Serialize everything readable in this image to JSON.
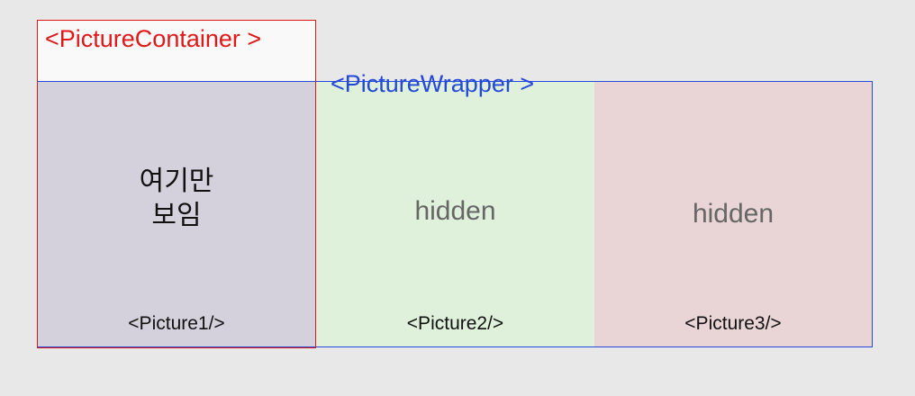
{
  "container": {
    "label": "<PictureContainer >",
    "border_color": "#e01818"
  },
  "wrapper": {
    "label": "<PictureWrapper >",
    "border_color": "#2448d8"
  },
  "pictures": [
    {
      "label": "<Picture1/>",
      "text_lines": [
        "여기만",
        "보임"
      ],
      "background": "#d4d0dc"
    },
    {
      "label": "<Picture2/>",
      "text": "hidden",
      "background": "#dff1db"
    },
    {
      "label": "<Picture3/>",
      "text": "hidden",
      "background": "#e9d4d6"
    }
  ]
}
